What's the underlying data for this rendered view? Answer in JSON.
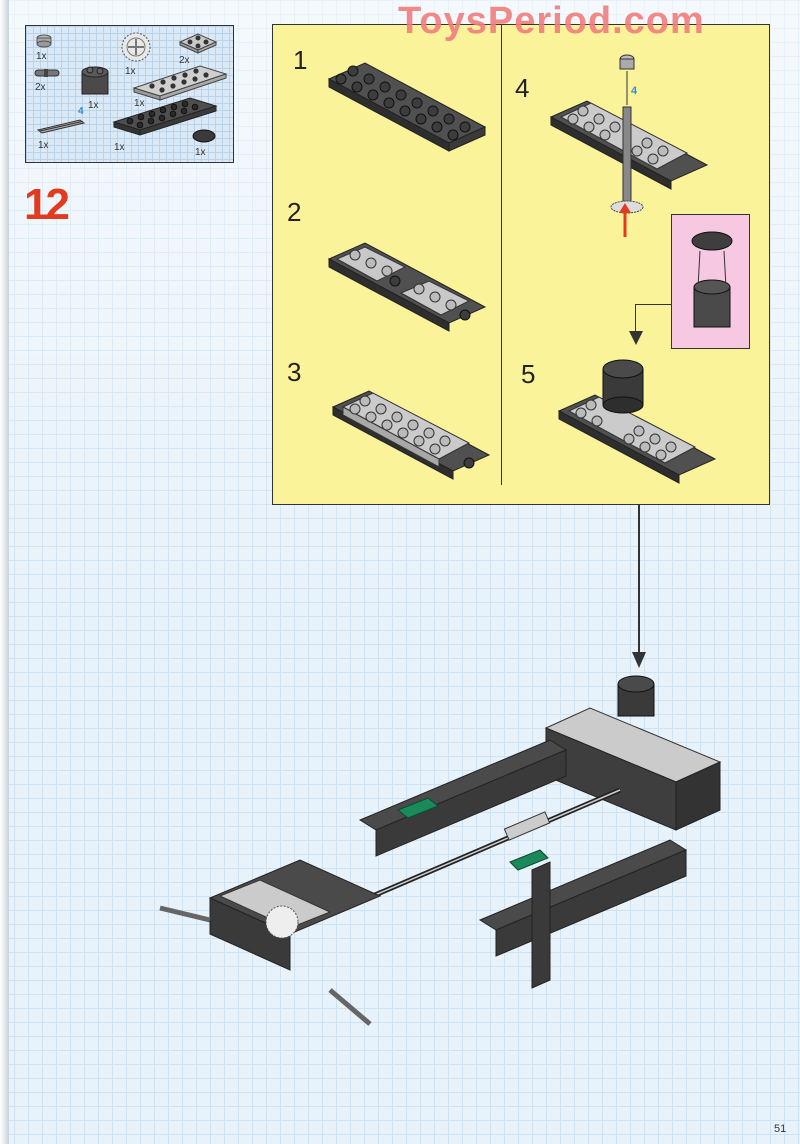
{
  "watermark": "ToysPeriod.com",
  "step": {
    "number": "12"
  },
  "parts_list": {
    "items": [
      {
        "name": "bush",
        "qty": "1x"
      },
      {
        "name": "connector-peg",
        "qty": "2x"
      },
      {
        "name": "round-brick-2x2",
        "qty": "1x"
      },
      {
        "name": "gear-24-tooth",
        "qty": "1x"
      },
      {
        "name": "plate-2x2-light-gray",
        "qty": "2x"
      },
      {
        "name": "plate-2x6-light-gray",
        "qty": "1x"
      },
      {
        "name": "axle",
        "qty": "1x",
        "length": "4"
      },
      {
        "name": "plate-2x8-dark-gray",
        "qty": "1x"
      },
      {
        "name": "round-plate-cap",
        "qty": "1x"
      }
    ]
  },
  "substeps": [
    {
      "number": "1"
    },
    {
      "number": "2"
    },
    {
      "number": "3"
    },
    {
      "number": "4",
      "axle_length": "4"
    },
    {
      "number": "5"
    }
  ],
  "page_number": "51",
  "colors": {
    "step_number": "#e23a1f",
    "panel_bg": "#fbf39a",
    "inset_bg": "#f6c8e2",
    "watermark": "#f27d7d",
    "axle_label": "#2a8fd8",
    "push_arrow": "#e23a1f",
    "accent_green": "#1a8a5a"
  }
}
